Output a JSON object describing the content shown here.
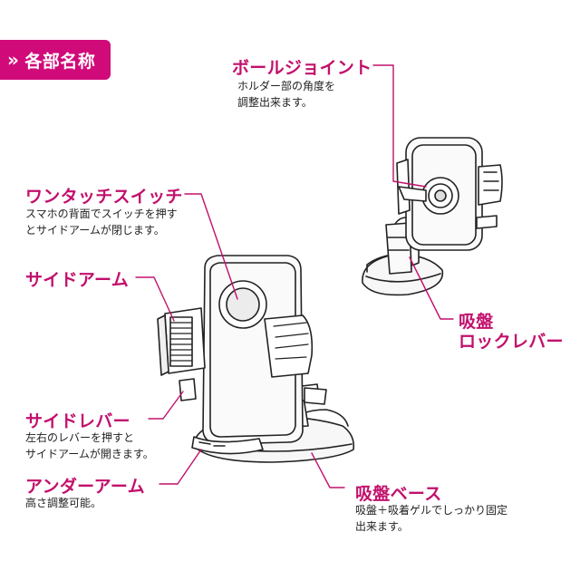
{
  "section_title": "各部名称",
  "section_icon": "double-chevron-right-icon",
  "accent_color": "#d10a7a",
  "parts": {
    "ball_joint": {
      "name": "ボールジョイント",
      "desc_line1": "ホルダー部の角度を",
      "desc_line2": "調整出来ます。"
    },
    "one_touch_switch": {
      "name": "ワンタッチスイッチ",
      "desc_line1": "スマホの背面でスイッチを押す",
      "desc_line2": "とサイドアームが閉じます。"
    },
    "side_arm": {
      "name": "サイドアーム"
    },
    "suction_lock_lever": {
      "name_line1": "吸盤",
      "name_line2": "ロックレバー"
    },
    "side_lever": {
      "name": "サイドレバー",
      "desc_line1": "左右のレバーを押すと",
      "desc_line2": "サイドアームが開きます。"
    },
    "under_arm": {
      "name": "アンダーアーム",
      "desc_line1": "高さ調整可能。"
    },
    "suction_base": {
      "name": "吸盤ベース",
      "desc_line1": "吸盤＋吸着ゲルでしっかり固定",
      "desc_line2": "出来ます。"
    }
  }
}
